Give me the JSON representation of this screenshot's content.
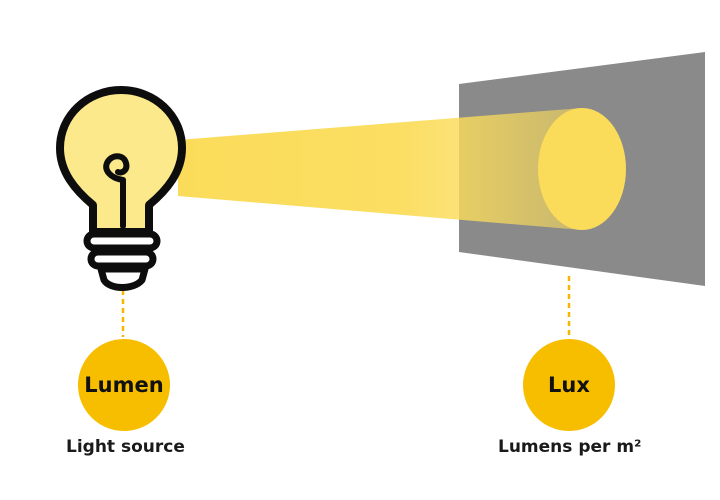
{
  "source": {
    "badge_label": "Lumen",
    "caption": "Light source"
  },
  "target": {
    "badge_label": "Lux",
    "caption": "Lumens per m²"
  },
  "icons": {
    "source": "light-bulb-icon"
  },
  "colors": {
    "badge": "#F7BE00",
    "beam": "#FBDC5A",
    "bulb_fill": "#FCE98C",
    "outline": "#0D0D0D",
    "surface": "#8A8A8A",
    "leader_line": "#F4B800",
    "text": "#111111"
  }
}
